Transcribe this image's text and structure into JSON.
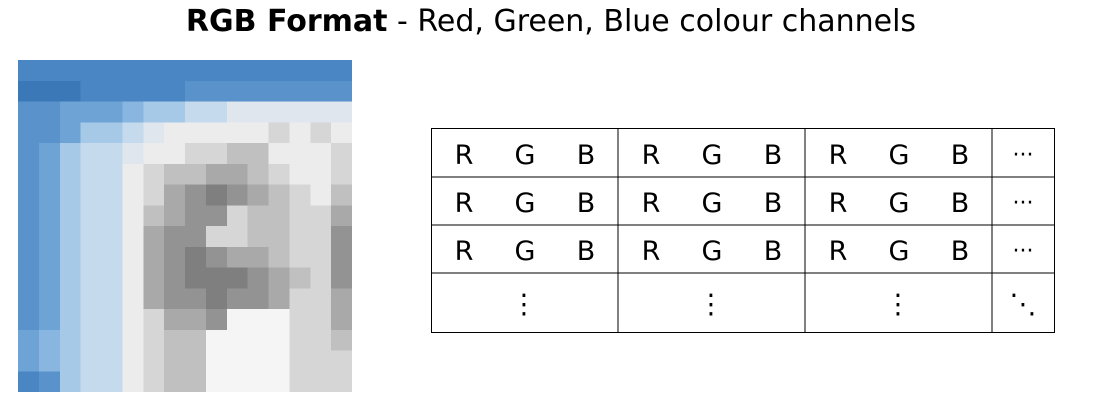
{
  "title": {
    "bold": "RGB Format",
    "rest": " - Red, Green, Blue colour channels"
  },
  "image": {
    "description_icon": "pixelated-zoomed-image-icon",
    "colors": {
      "blue_dark": "#3f7fc0",
      "blue_light": "#7db3e3",
      "gray_light": "#d8d8d8",
      "gray_mid": "#a8a8a8",
      "gray_dark": "#7a7a7a",
      "white": "#f4f4f4"
    }
  },
  "grid": {
    "rows": [
      [
        "R",
        "G",
        "B",
        "R",
        "G",
        "B",
        "R",
        "G",
        "B",
        "···"
      ],
      [
        "R",
        "G",
        "B",
        "R",
        "G",
        "B",
        "R",
        "G",
        "B",
        "···"
      ],
      [
        "R",
        "G",
        "B",
        "R",
        "G",
        "B",
        "R",
        "G",
        "B",
        "···"
      ]
    ],
    "bottom_row": [
      "⋮",
      "⋮",
      "⋮",
      "⋱"
    ]
  }
}
